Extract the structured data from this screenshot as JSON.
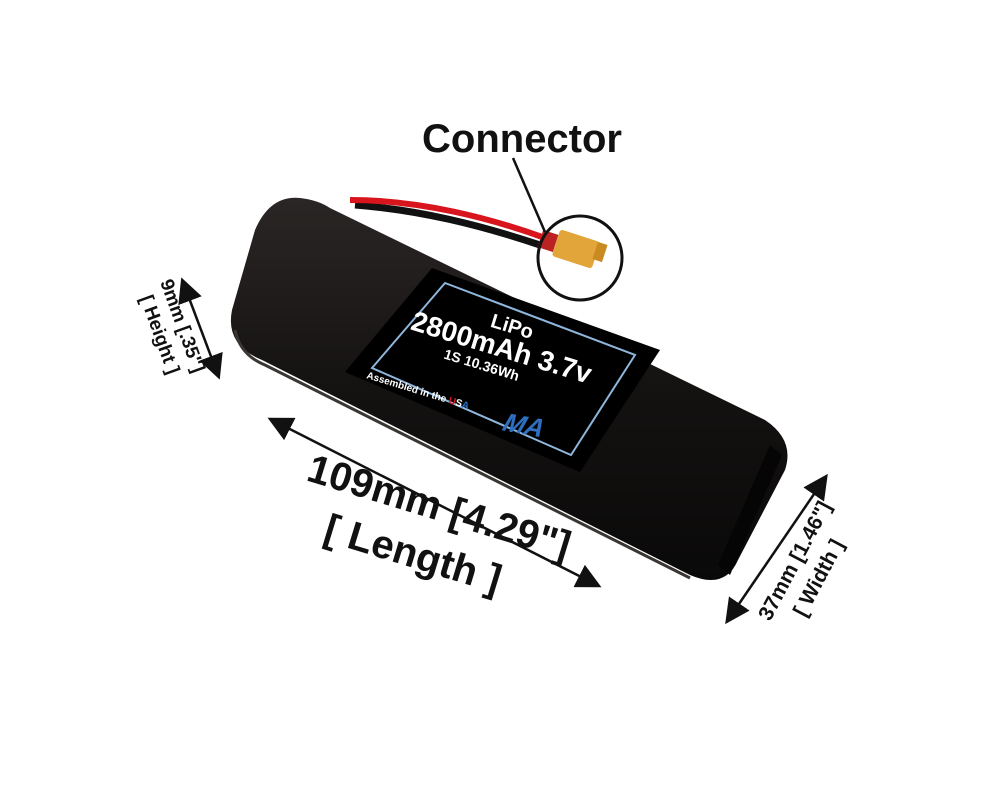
{
  "callout": {
    "connector": "Connector"
  },
  "label": {
    "chemistry": "LiPo",
    "capacity_voltage": "2800mAh 3.7v",
    "config_energy": "1S 10.36Wh",
    "assembled": "Assembled in the ",
    "usa_u": "U",
    "usa_s": "S",
    "usa_a": "A",
    "logo": "MA"
  },
  "dimensions": {
    "height": "9mm [.35\"]",
    "height_label": "[ Height ]",
    "length": "109mm [4.29\"]",
    "length_label": "[ Length ]",
    "width": "37mm [1.46\"]",
    "width_label": "[ Width ]"
  },
  "colors": {
    "battery": "#1a1716",
    "connector": "#e2a53a",
    "wire_red": "#d8151c",
    "label_border": "#8fb6dc",
    "logo": "#2f6fc0"
  }
}
